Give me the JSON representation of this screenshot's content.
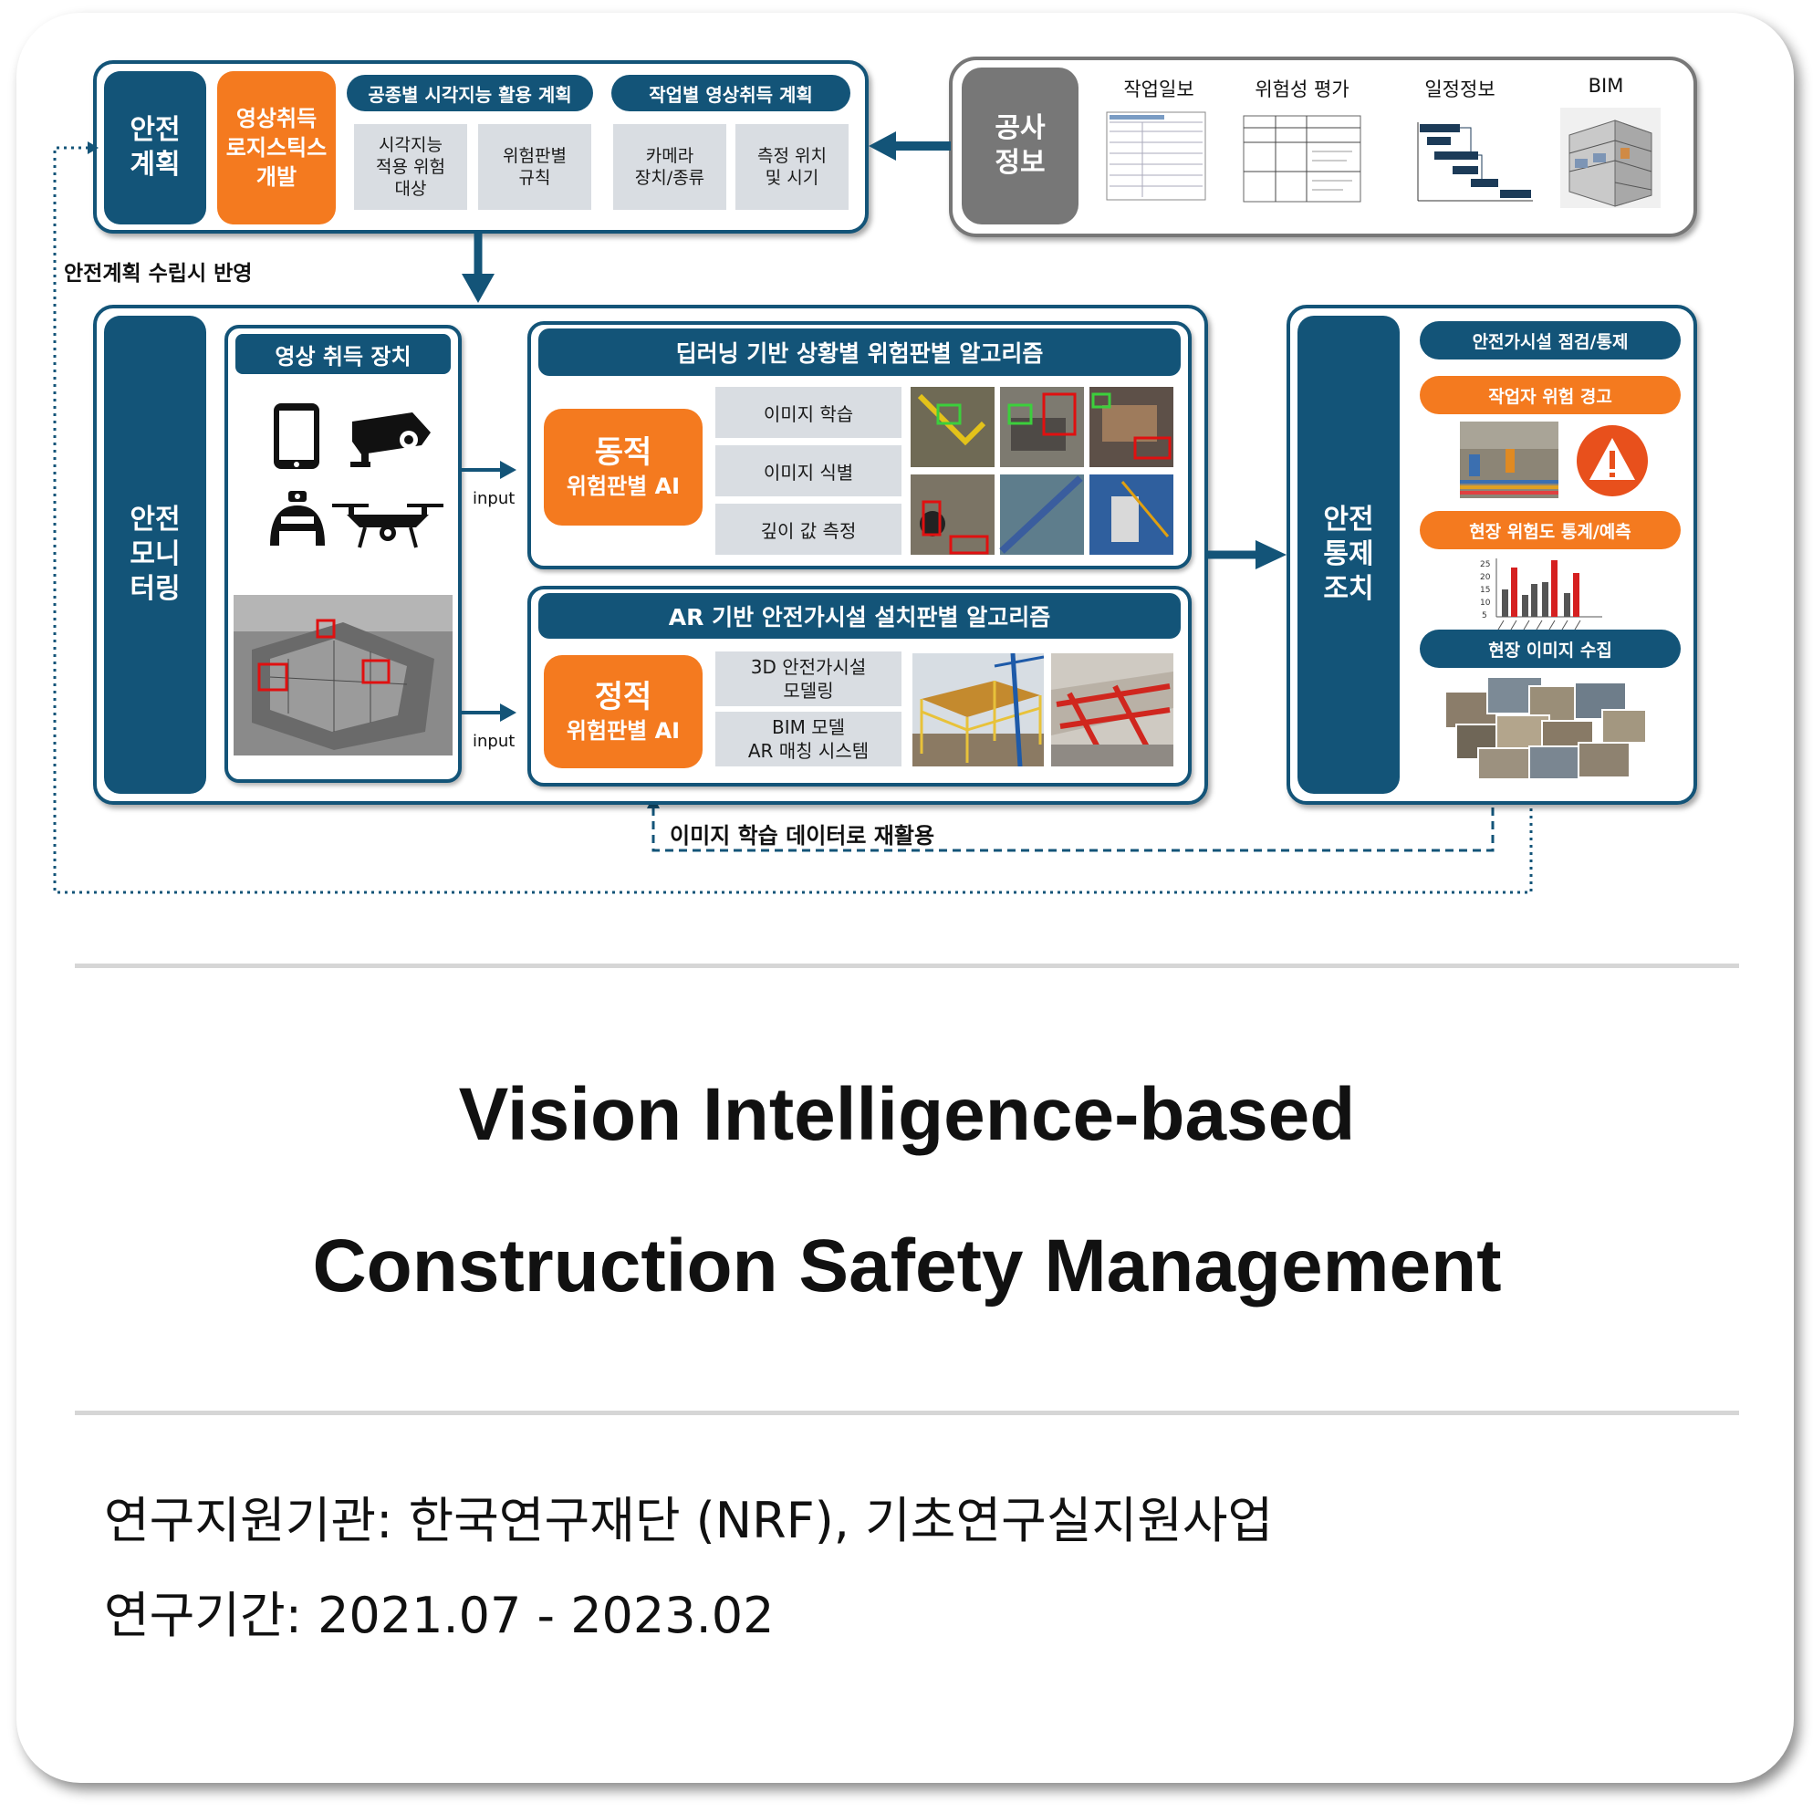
{
  "planning": {
    "side_label": "안전\n계획",
    "logistics_label": "영상취득\n로지스틱스\n개발",
    "plan1_header": "공종별 시각지능 활용 계획",
    "plan1_items": [
      "시각지능\n적용 위험\n대상",
      "위험판별\n규칙"
    ],
    "plan2_header": "작업별 영상취득 계획",
    "plan2_items": [
      "카메라\n장치/종류",
      "측정 위치\n및 시기"
    ]
  },
  "construction_info": {
    "side_label": "공사\n정보",
    "items": [
      "작업일보",
      "위험성 평가",
      "일정정보",
      "BIM"
    ]
  },
  "feedback_left": "안전계획 수립시 반영",
  "monitoring": {
    "side_label": "안전\n모니\n터링",
    "device_header": "영상 취득 장치",
    "input_labels": [
      "input",
      "input"
    ],
    "dl_header": "딥러닝 기반 상황별 위험판별 알고리즘",
    "dynamic_title": "동적",
    "dynamic_sub": "위험판별 AI",
    "dynamic_items": [
      "이미지 학습",
      "이미지 식별",
      "깊이 값 측정"
    ],
    "ar_header": "AR 기반 안전가시설 설치판별 알고리즘",
    "static_title": "정적",
    "static_sub": "위험판별 AI",
    "static_items": [
      "3D 안전가시설\n모델링",
      "BIM 모델\nAR 매칭 시스템"
    ]
  },
  "control": {
    "side_label": "안전\n통제\n조치",
    "items": [
      "안전가시설 점검/통제",
      "작업자 위험 경고",
      "현장 위험도 통계/예측",
      "현장 이미지 수집"
    ],
    "chart_ticks": [
      "25",
      "20",
      "15",
      "10",
      "5"
    ]
  },
  "feedback_bottom": "이미지 학습 데이터로 재활용",
  "title_line1": "Vision Intelligence-based",
  "title_line2": "Construction Safety Management",
  "funding": "연구지원기관: 한국연구재단 (NRF), 기초연구실지원사업",
  "period": "연구기간: 2021.07 - 2023.02",
  "colors": {
    "navy": "#135478",
    "orange": "#f47a1f",
    "gray": "#d9dde2",
    "dark_gray": "#777777"
  }
}
